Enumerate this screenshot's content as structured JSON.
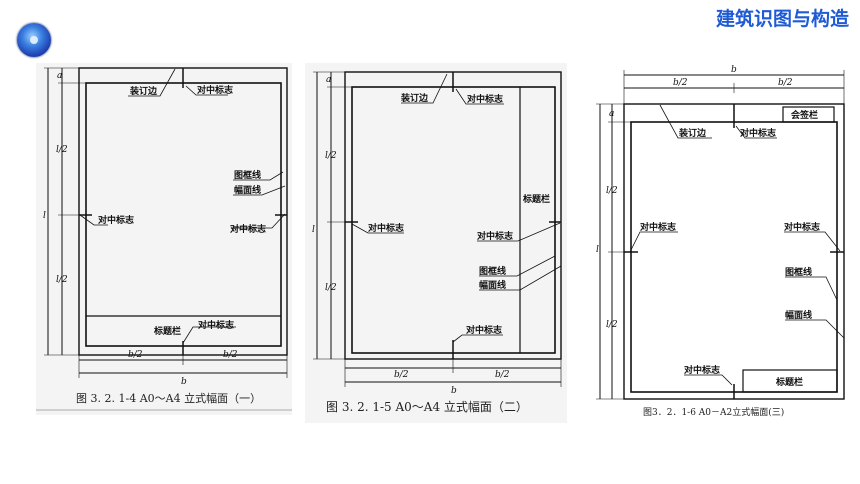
{
  "header": {
    "logo_icon": "blue-orb-icon",
    "title": "建筑识图与构造"
  },
  "figures": [
    {
      "caption": "图 3. 2. 1-4   A0～A4 立式幅面（一）",
      "labels": {
        "binding_edge": "装订边",
        "center_mark_top": "对中标志",
        "frame_line": "图框线",
        "sheet_line": "幅面线",
        "center_mark_left": "对中标志",
        "center_mark_right": "对中标志",
        "title_block": "标题栏",
        "center_mark_bottom": "对中标志"
      },
      "dims": {
        "a": "a",
        "l": "l",
        "l_half_top": "l/2",
        "l_half_bottom": "l/2",
        "b_half_left": "b/2",
        "b_half_right": "b/2",
        "b": "b"
      }
    },
    {
      "caption": "图 3. 2. 1-5   A0～A4 立式幅面（二）",
      "labels": {
        "binding_edge": "装订边",
        "center_mark_top": "对中标志",
        "title_block": "标题栏",
        "center_mark_left": "对中标志",
        "center_mark_right": "对中标志",
        "frame_line": "图框线",
        "sheet_line": "幅面线",
        "center_mark_bottom": "对中标志"
      },
      "dims": {
        "a": "a",
        "l": "l",
        "l_half_top": "l/2",
        "l_half_bottom": "l/2",
        "b_half_left": "b/2",
        "b_half_right": "b/2",
        "b": "b"
      }
    },
    {
      "caption": "图3．2．1-6 A0－A2立式幅面(三)",
      "labels": {
        "sign_block": "会签栏",
        "binding_edge": "装订边",
        "center_mark_top": "对中标志",
        "center_mark_left": "对中标志",
        "center_mark_right": "对中标志",
        "frame_line": "图框线",
        "sheet_line": "幅面线",
        "center_mark_bottom": "对中标志",
        "title_block": "标题栏"
      },
      "dims": {
        "a": "a",
        "l": "l",
        "l_half_top": "l/2",
        "l_half_bottom": "l/2",
        "b_half_left": "b/2",
        "b_half_right": "b/2",
        "b": "b"
      }
    }
  ]
}
